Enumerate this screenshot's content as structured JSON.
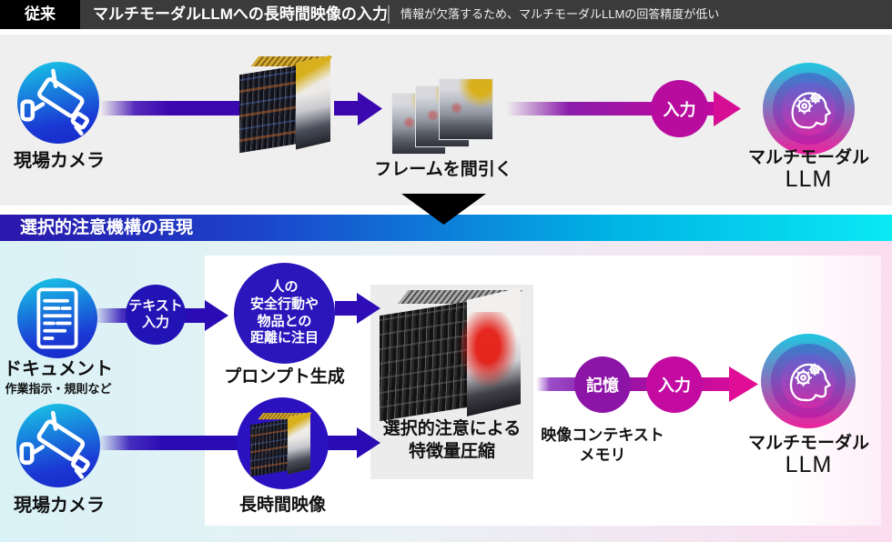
{
  "header": {
    "tag": "従来",
    "title": "マルチモーダルLLMへの長時間映像の入力",
    "subtitle": "情報が欠落するため、マルチモーダルLLMの回答精度が低い"
  },
  "banner": {
    "title": "選択的注意機構の再現"
  },
  "top": {
    "camera_label": "現場カメラ",
    "thin_frames_label": "フレームを間引く",
    "input_badge": "入力",
    "llm_line1": "マルチモーダル",
    "llm_line2": "LLM"
  },
  "bottom": {
    "document_label": "ドキュメント",
    "document_sub": "作業指示・規則など",
    "text_input": {
      "line1": "テキスト",
      "line2": "入力"
    },
    "prompt_circle": {
      "line1": "人の",
      "line2": "安全行動や",
      "line3": "物品との",
      "line4": "距離に注目"
    },
    "prompt_label": "プロンプト生成",
    "camera_label": "現場カメラ",
    "long_video_label": "長時間映像",
    "compression": {
      "line1": "選択的注意による",
      "line2": "特徴量圧縮"
    },
    "memory_badge": "記憶",
    "input_badge": "入力",
    "context_memory": {
      "line1": "映像コンテキスト",
      "line2": "メモリ"
    },
    "llm_line1": "マルチモーダル",
    "llm_line2": "LLM"
  },
  "colors": {
    "header_bar": "#3b3b3b",
    "header_tag": "#000000",
    "arrow_purple": "#3b08b0",
    "arrow_magenta": "#d60e96",
    "badge_magenta": "#b80c9e",
    "badge_memory_purple": "#8c14a6",
    "node_blue": "#2b14bc",
    "banner_left": "#2a17ab",
    "banner_right": "#0ae9f4",
    "bg_cyan": "#d9f2f6",
    "bg_pink": "#fbddef",
    "top_section_bg": "#efefef",
    "compression_box_bg": "#ececec"
  }
}
